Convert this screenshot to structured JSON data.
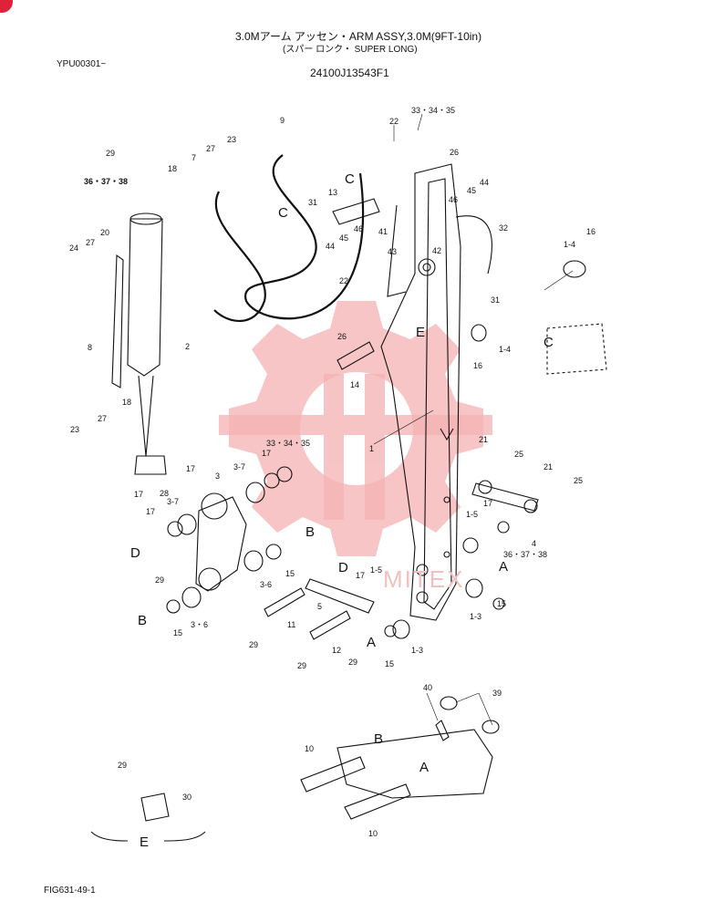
{
  "header": {
    "title": "3.0Mアーム アッセン・ARM ASSY,3.0M(9FT-10in)",
    "subtitle": "(スパー ロンク・ SUPER LONG)",
    "serial": "YPU00301~",
    "part_number": "24100J13543F1"
  },
  "figure_id": "FIG631-49-1",
  "watermark_text": "MITEX",
  "colors": {
    "line": "#111111",
    "watermark": "#f2a7a7",
    "corner_badge": "#e0213a"
  },
  "callouts": [
    {
      "id": "c1",
      "text": "33・34・35"
    },
    {
      "id": "c2",
      "text": "22"
    },
    {
      "id": "c3",
      "text": "9"
    },
    {
      "id": "c4",
      "text": "23"
    },
    {
      "id": "c5",
      "text": "27"
    },
    {
      "id": "c6",
      "text": "7"
    },
    {
      "id": "c7",
      "text": "29"
    },
    {
      "id": "c8",
      "text": "18"
    },
    {
      "id": "c9",
      "text": "36・37・38"
    },
    {
      "id": "c10",
      "text": "C"
    },
    {
      "id": "c11",
      "text": "C"
    },
    {
      "id": "c12",
      "text": "13"
    },
    {
      "id": "c13",
      "text": "31"
    },
    {
      "id": "c14",
      "text": "26"
    },
    {
      "id": "c15",
      "text": "44"
    },
    {
      "id": "c16",
      "text": "45"
    },
    {
      "id": "c17",
      "text": "46"
    },
    {
      "id": "c18",
      "text": "32"
    },
    {
      "id": "c19",
      "text": "41"
    },
    {
      "id": "c20",
      "text": "46"
    },
    {
      "id": "c21",
      "text": "45"
    },
    {
      "id": "c22",
      "text": "44"
    },
    {
      "id": "c23",
      "text": "43"
    },
    {
      "id": "c24",
      "text": "42"
    },
    {
      "id": "c25",
      "text": "31"
    },
    {
      "id": "c26",
      "text": "16"
    },
    {
      "id": "c27",
      "text": "1-4"
    },
    {
      "id": "c28",
      "text": "20"
    },
    {
      "id": "c29",
      "text": "27"
    },
    {
      "id": "c30",
      "text": "24"
    },
    {
      "id": "c31",
      "text": "22"
    },
    {
      "id": "c32",
      "text": "E"
    },
    {
      "id": "c33",
      "text": "26"
    },
    {
      "id": "c34",
      "text": "1-4"
    },
    {
      "id": "c35",
      "text": "16"
    },
    {
      "id": "c36",
      "text": "C"
    },
    {
      "id": "c37",
      "text": "8"
    },
    {
      "id": "c38",
      "text": "2"
    },
    {
      "id": "c39",
      "text": "14"
    },
    {
      "id": "c40",
      "text": "18"
    },
    {
      "id": "c41",
      "text": "27"
    },
    {
      "id": "c42",
      "text": "23"
    },
    {
      "id": "c43",
      "text": "33・34・35"
    },
    {
      "id": "c44",
      "text": "1"
    },
    {
      "id": "c45",
      "text": "17"
    },
    {
      "id": "c46",
      "text": "17"
    },
    {
      "id": "c47",
      "text": "3-7"
    },
    {
      "id": "c48",
      "text": "3"
    },
    {
      "id": "c49",
      "text": "17"
    },
    {
      "id": "c50",
      "text": "28"
    },
    {
      "id": "c51",
      "text": "3-7"
    },
    {
      "id": "c52",
      "text": "17"
    },
    {
      "id": "c53",
      "text": "21"
    },
    {
      "id": "c54",
      "text": "25"
    },
    {
      "id": "c55",
      "text": "21"
    },
    {
      "id": "c56",
      "text": "25"
    },
    {
      "id": "c57",
      "text": "17"
    },
    {
      "id": "c58",
      "text": "1-5"
    },
    {
      "id": "c59",
      "text": "4"
    },
    {
      "id": "c60",
      "text": "36・37・38"
    },
    {
      "id": "c61",
      "text": "D"
    },
    {
      "id": "c62",
      "text": "29"
    },
    {
      "id": "c63",
      "text": "B"
    },
    {
      "id": "c64",
      "text": "15"
    },
    {
      "id": "c65",
      "text": "3-6"
    },
    {
      "id": "c66",
      "text": "D"
    },
    {
      "id": "c67",
      "text": "17"
    },
    {
      "id": "c68",
      "text": "1-5"
    },
    {
      "id": "c69",
      "text": "A"
    },
    {
      "id": "c70",
      "text": "5"
    },
    {
      "id": "c71",
      "text": "15"
    },
    {
      "id": "c72",
      "text": "1-3"
    },
    {
      "id": "c73",
      "text": "B"
    },
    {
      "id": "c74",
      "text": "15"
    },
    {
      "id": "c75",
      "text": "3・6"
    },
    {
      "id": "c76",
      "text": "11"
    },
    {
      "id": "c77",
      "text": "29"
    },
    {
      "id": "c78",
      "text": "A"
    },
    {
      "id": "c79",
      "text": "12"
    },
    {
      "id": "c80",
      "text": "29"
    },
    {
      "id": "c81",
      "text": "29"
    },
    {
      "id": "c82",
      "text": "15"
    },
    {
      "id": "c83",
      "text": "1-3"
    },
    {
      "id": "c84",
      "text": "40"
    },
    {
      "id": "c85",
      "text": "39"
    },
    {
      "id": "c86",
      "text": "10"
    },
    {
      "id": "c87",
      "text": "B"
    },
    {
      "id": "c88",
      "text": "A"
    },
    {
      "id": "c89",
      "text": "29"
    },
    {
      "id": "c90",
      "text": "30"
    },
    {
      "id": "c91",
      "text": "10"
    },
    {
      "id": "c92",
      "text": "E"
    }
  ]
}
